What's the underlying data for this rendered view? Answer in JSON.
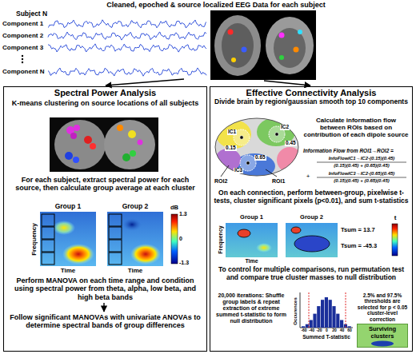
{
  "diagram": {
    "title": "Cleaned, epoched & source localized EEG Data for each subject",
    "nodes": [
      {
        "text": [
          "Spectral Power Analysis",
          "K-means clustering on source locations of all subjects",
          "For each subject, extract spectral power for each source, then calculate group average at each cluster",
          "Perform MANOVA on each time range and condition using spectral power from theta, alpha, low beta, and high beta bands",
          "Follow significant MANOVAs with univariate ANOVAs to determine spectral bands of group differences"
        ]
      },
      {
        "text": [
          "Effective Connectivity Analysis",
          "Divide brain by region/gaussian smooth top 10 components",
          "Calculate information flow between ROIs based on contribution of each dipole source",
          "On each connection, perform between-group, pixelwise t-tests, cluster significant pixels (p<0.01), and sum t-statistics",
          "To control for multiple comparisons, run permutation test and compare true cluster masses to null distribution",
          "20,000 iterations: Shuffle group labels & repeat extraction of extreme summed t-statistic to form null distribution",
          "2.5% and 97.5% thresholds are selected for p < 0.05 cluster-level correction"
        ]
      },
      {
        "text": [
          "Surviving clusters"
        ],
        "in": 1
      }
    ],
    "labels": [
      "Subject N",
      "Component 1",
      "Component 2",
      "Component 3",
      "Component N",
      "Group 1",
      "Group 2",
      "dB",
      "1.3",
      "0",
      "-1.3",
      "Frequency",
      "Time",
      "Time",
      "IC1",
      "IC2",
      "IC3",
      "0.15",
      "0.45",
      "0.65",
      "ROI2",
      "ROI1",
      "Information Flow from ROI1→ROI2 =",
      "InfoFlowIC1→IC2·(0.15)(0.45)",
      "(0.15)(0.45) + (0.65)(0.45)",
      "+",
      "InfoFlowIC3→IC2·(0.65)(0.45)",
      "(0.15)(0.45) + (0.65)(0.45)",
      "Group 1",
      "Group 2",
      "Tsum = 13.7",
      "Tsum = -45.3",
      "t",
      "Frequency",
      "Time",
      "Occurences",
      "Summed T-statistic",
      "-60",
      "-40",
      "-20",
      "0",
      "20",
      "40",
      "60"
    ]
  }
}
